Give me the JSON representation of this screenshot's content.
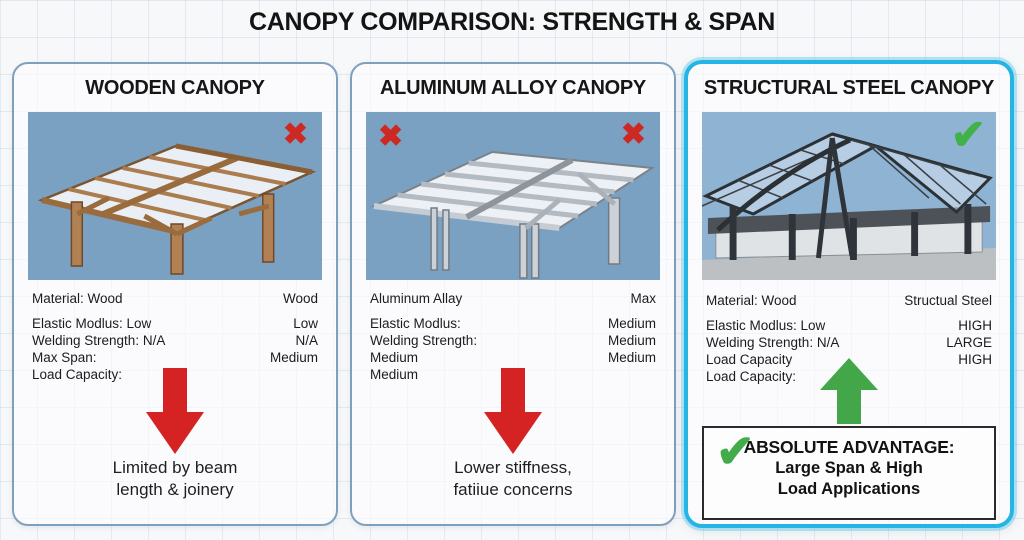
{
  "title": "CANOPY COMPARISON: STRENGTH & SPAN",
  "icons": {
    "cross": "✖",
    "check": "✔"
  },
  "colors": {
    "cross_red": "#ce2823",
    "check_green": "#41b14a",
    "arrow_red": "#d42322",
    "arrow_green": "#43a649",
    "highlight_border": "#25b4e3",
    "panel_border": "#7fa0bd",
    "illustration_bg": "#7aa0c2"
  },
  "panels": {
    "wood": {
      "header": "WOODEN CANOPY",
      "illustration": "wooden-pergola-drawing",
      "verdict": "cross",
      "arrow": "down",
      "specs": [
        {
          "label": "Material: Wood",
          "value": "Wood"
        },
        {
          "label": "Elastic Modlus: Low",
          "value": "Low"
        },
        {
          "label": "Welding Strength: N/A",
          "value": "N/A"
        },
        {
          "label": "Max Span:",
          "value": "Medium"
        },
        {
          "label": "Load Capacity:",
          "value": ""
        }
      ],
      "note_line1": "Limited by beam",
      "note_line2": "length & joinery"
    },
    "aluminum": {
      "header": "ALUMINUM ALLOY CANOPY",
      "illustration": "aluminum-canopy-drawing",
      "verdict": "double-cross",
      "arrow": "down",
      "specs": [
        {
          "label": "Aluminum Allay",
          "value": "Max"
        },
        {
          "label": "Elastic Modlus:",
          "value": "Medium"
        },
        {
          "label": "Welding Strength:",
          "value": "Medium"
        },
        {
          "label": "Medium",
          "value": "Medium"
        },
        {
          "label": "Medium",
          "value": ""
        }
      ],
      "note_line1": "Lower stiffness,",
      "note_line2": "fatiiue concerns"
    },
    "steel": {
      "header": "STRUCTURAL STEEL CANOPY",
      "illustration": "steel-canopy-drawing",
      "verdict": "check",
      "arrow": "up",
      "specs": [
        {
          "label": "Material: Wood",
          "value": "Structual Steel"
        },
        {
          "label": "Elastic Modlus: Low",
          "value": "HIGH"
        },
        {
          "label": "Welding Strength: N/A",
          "value": "LARGE"
        },
        {
          "label": "Load Capacity",
          "value": "HIGH"
        },
        {
          "label": "Load Capacity:",
          "value": ""
        }
      ],
      "advantage_title": "ABSOLUTE ADVANTAGE:",
      "advantage_line2": "Large Span & High",
      "advantage_line3": "Load Applications"
    }
  }
}
